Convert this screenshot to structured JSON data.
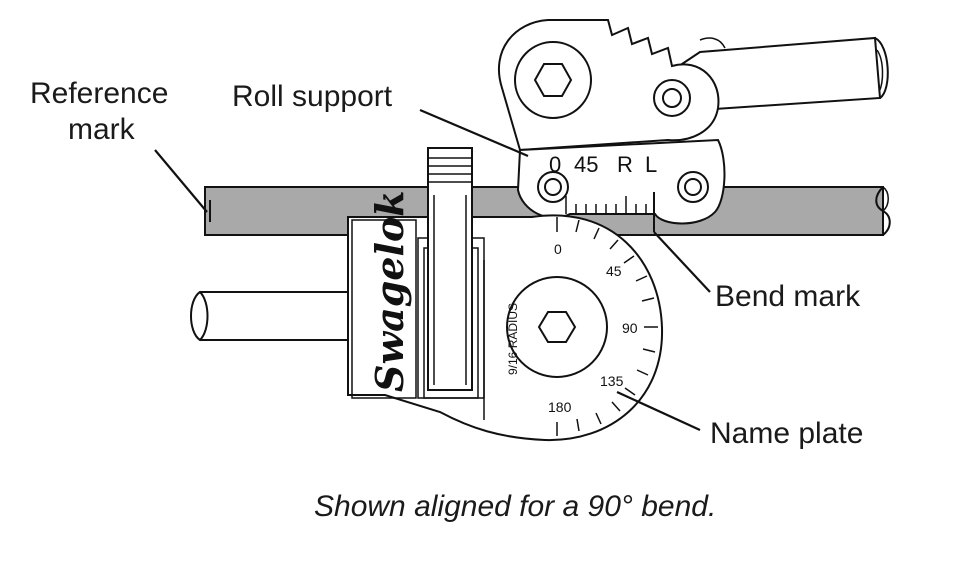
{
  "callouts": {
    "reference_mark_line1": "Reference",
    "reference_mark_line2": "mark",
    "roll_support": "Roll support",
    "bend_mark": "Bend mark",
    "name_plate": "Name plate"
  },
  "roll_support_scale": {
    "zero": "0",
    "forty_five": "45",
    "right": "R",
    "left": "L"
  },
  "dial": {
    "marks": [
      "0",
      "45",
      "90",
      "135",
      "180"
    ],
    "radius_label": "9/16 RADIUS"
  },
  "brand": "Swagelok",
  "caption": "Shown aligned for a 90° bend."
}
